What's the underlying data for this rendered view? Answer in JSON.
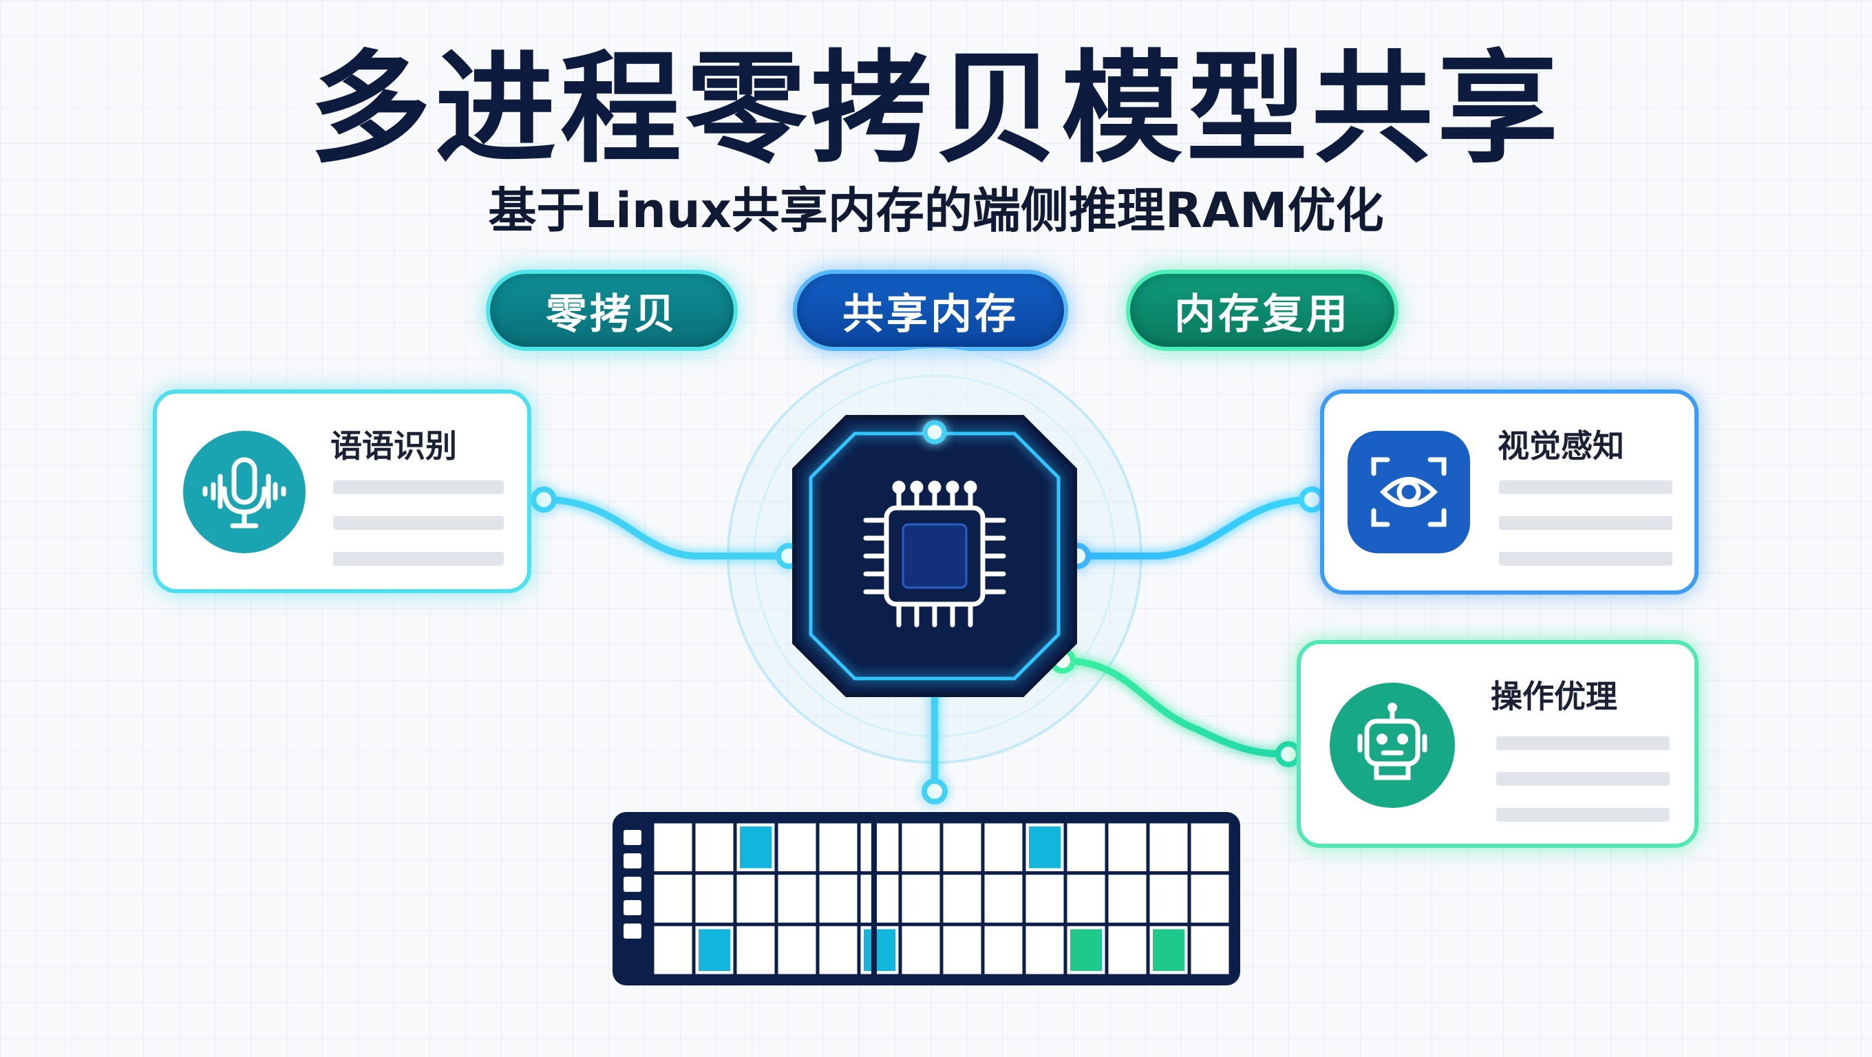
{
  "title": "多进程零拷贝模型共享",
  "subtitle": "基于Linux共享内存的端侧推理RAM优化",
  "tags": [
    {
      "label": "零拷贝",
      "color": "#0e8f96"
    },
    {
      "label": "共享内存",
      "color": "#1260c6"
    },
    {
      "label": "内存复用",
      "color": "#0f9a7a"
    }
  ],
  "modules": {
    "speech": {
      "label": "语语识别",
      "icon": "microphone-icon",
      "color": "#1aa3b0"
    },
    "vision": {
      "label": "视觉感知",
      "icon": "eye-scan-icon",
      "color": "#1a5fc4"
    },
    "action": {
      "label": "操作优理",
      "icon": "robot-icon",
      "color": "#17a885"
    }
  },
  "center": {
    "icon": "cpu-chip-icon",
    "color": "#0b1f4a"
  },
  "memory": {
    "icon": "memory-grid-icon",
    "rows": 3,
    "cols": 14,
    "highlight_colors": [
      "#12b5dc",
      "#1fc98a"
    ]
  }
}
